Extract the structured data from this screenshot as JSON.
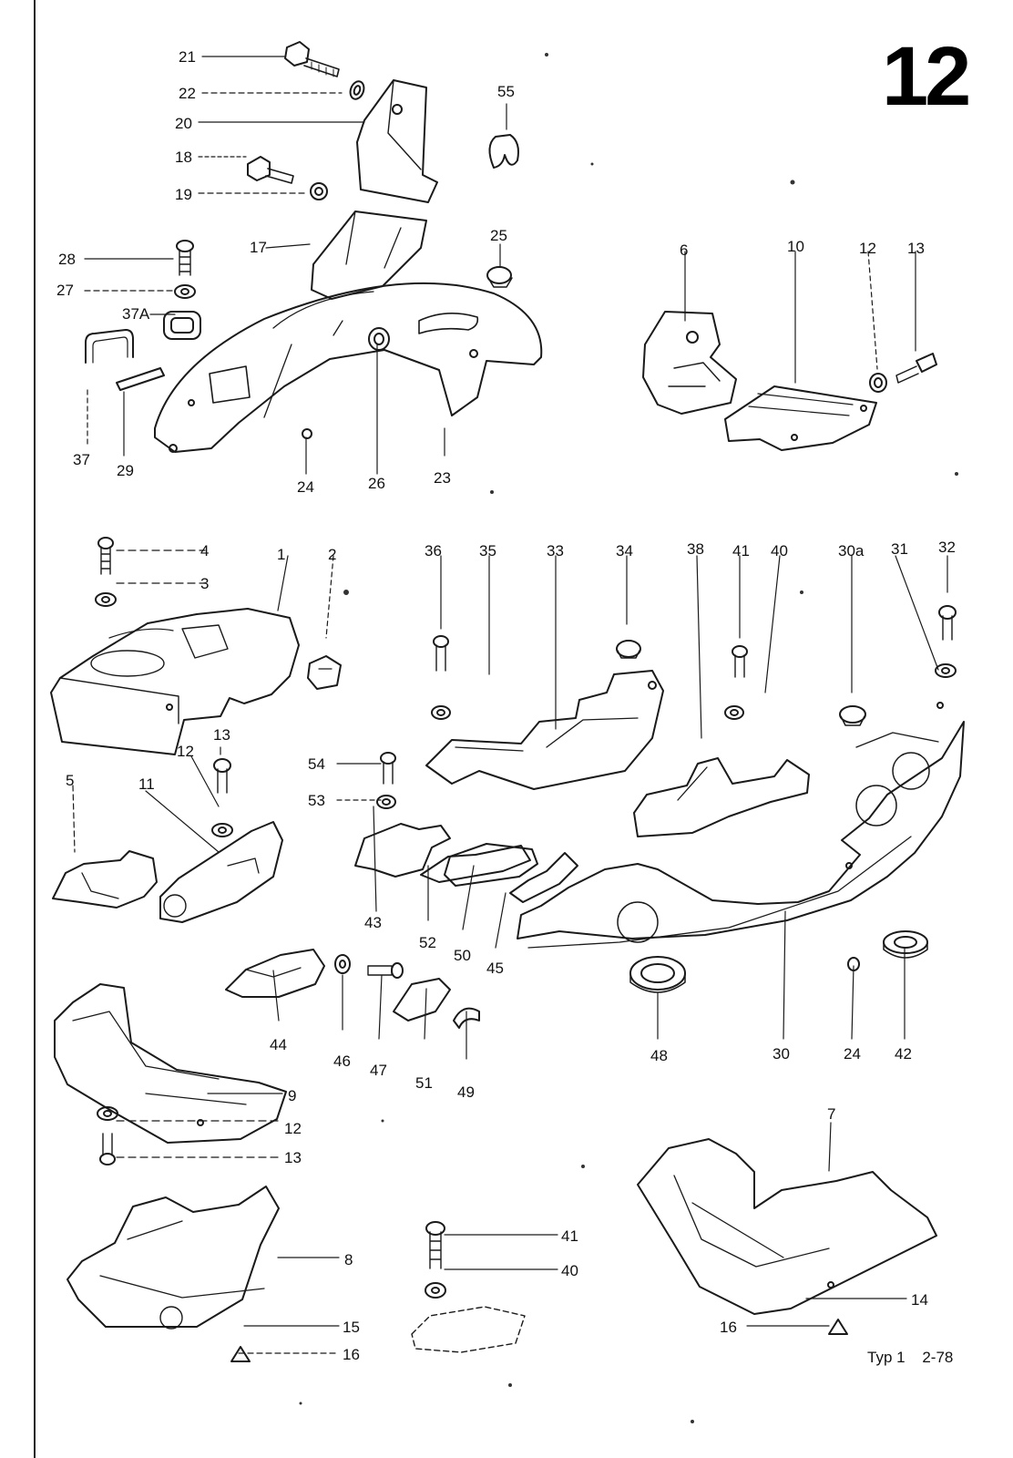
{
  "page_number": "12",
  "footer": {
    "type": "Typ 1",
    "date": "2-78"
  },
  "labels": {
    "21": "21",
    "22": "22",
    "20": "20",
    "18": "18",
    "19": "19",
    "55": "55",
    "17": "17",
    "25": "25",
    "28": "28",
    "27": "27",
    "37A": "37A",
    "37": "37",
    "29": "29",
    "24a": "24",
    "26": "26",
    "23": "23",
    "6": "6",
    "10": "10",
    "12a": "12",
    "13a": "13",
    "4": "4",
    "3": "3",
    "1": "1",
    "2": "2",
    "36": "36",
    "35": "35",
    "33": "33",
    "34": "34",
    "38": "38",
    "41a": "41",
    "40a": "40",
    "30a": "30a",
    "31": "31",
    "32": "32",
    "5": "5",
    "11": "11",
    "12b": "12",
    "13b": "13",
    "54": "54",
    "53": "53",
    "43": "43",
    "52": "52",
    "50": "50",
    "45": "45",
    "44": "44",
    "46": "46",
    "47": "47",
    "51": "51",
    "49": "49",
    "48": "48",
    "30": "30",
    "24b": "24",
    "42": "42",
    "9": "9",
    "12c": "12",
    "13c": "13",
    "7": "7",
    "8": "8",
    "15": "15",
    "16a": "16",
    "41b": "41",
    "40b": "40",
    "14": "14",
    "16b": "16"
  }
}
